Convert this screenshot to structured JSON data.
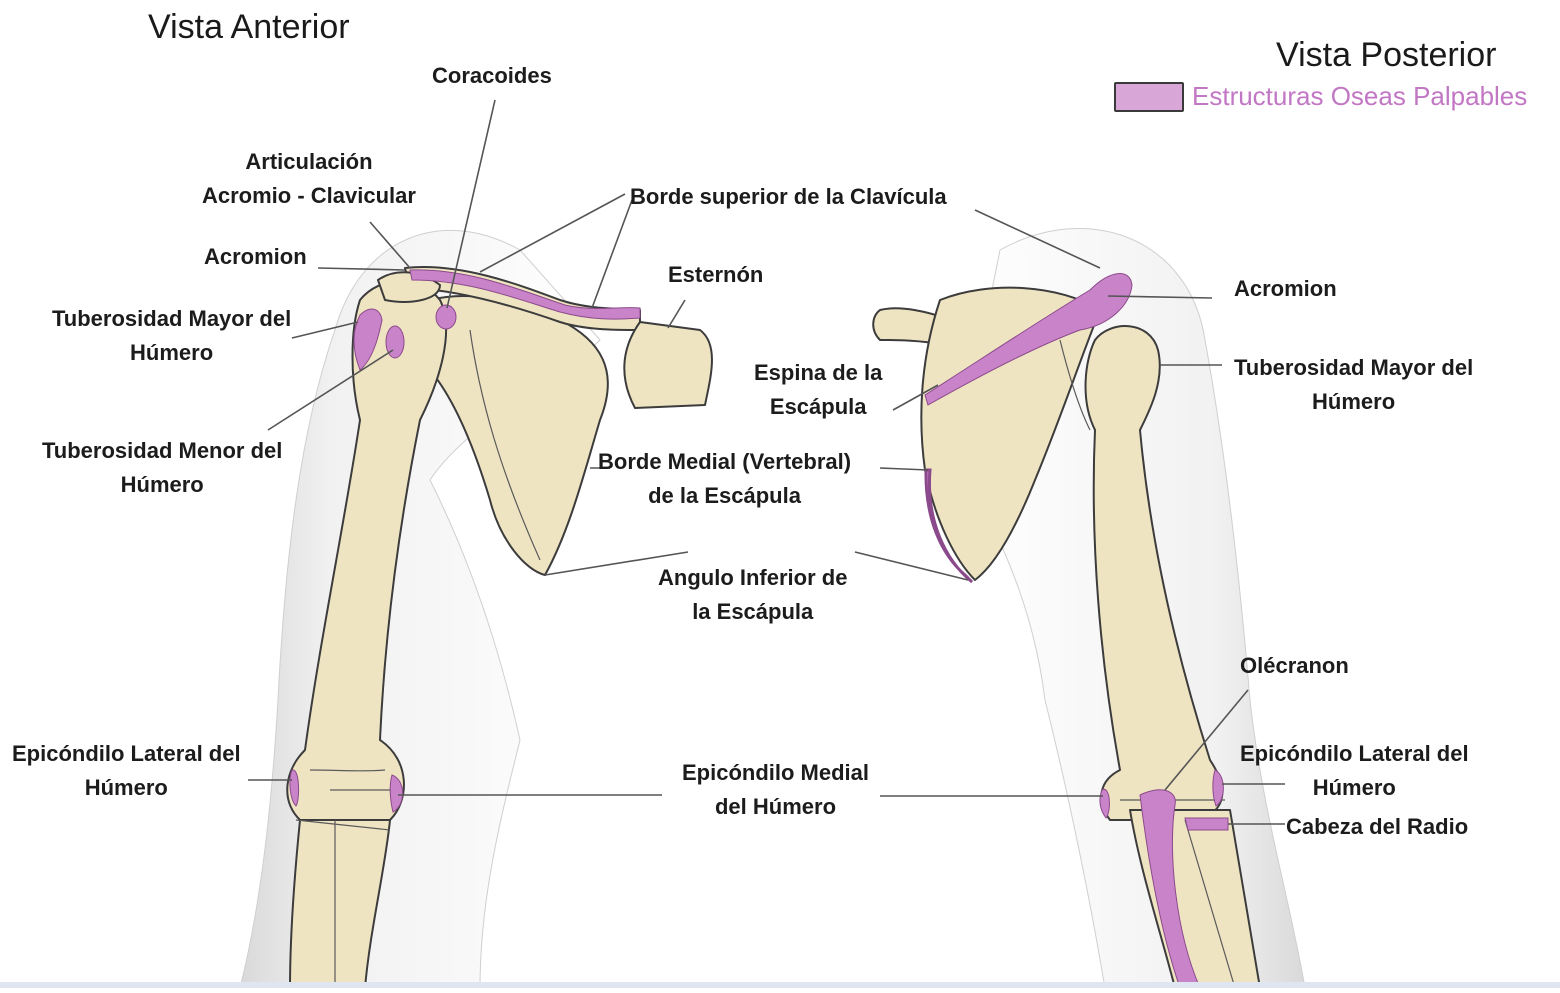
{
  "anterior_title": "Vista Anterior",
  "posterior_title": "Vista Posterior",
  "legend": {
    "text": "Estructuras Oseas Palpables",
    "color": "#d9a6d8"
  },
  "labels": {
    "coracoides": [
      "Coracoides"
    ],
    "articulacion": [
      "Articulación",
      "Acromio - Clavicular"
    ],
    "borde_clavicula": [
      "Borde superior de la Clavícula"
    ],
    "acromion_ant": [
      "Acromion"
    ],
    "esternon": [
      "Esternón"
    ],
    "tub_mayor_ant": [
      "Tuberosidad Mayor del",
      "Húmero"
    ],
    "tub_menor_ant": [
      "Tuberosidad Menor del",
      "Húmero"
    ],
    "espina_escapula": [
      "Espina de la",
      "Escápula"
    ],
    "borde_medial": [
      "Borde Medial (Vertebral)",
      "de la Escápula"
    ],
    "angulo_inferior": [
      "Angulo Inferior de",
      "la Escápula"
    ],
    "acromion_post": [
      "Acromion"
    ],
    "tub_mayor_post": [
      "Tuberosidad Mayor del",
      "Húmero"
    ],
    "olecranon": [
      "Olécranon"
    ],
    "epi_lat_ant": [
      "Epicóndilo Lateral del",
      "Húmero"
    ],
    "epi_medial": [
      "Epicóndilo Medial",
      "del Húmero"
    ],
    "epi_lat_post": [
      "Epicóndilo Lateral del",
      "Húmero"
    ],
    "cabeza_radio": [
      "Cabeza del Radio"
    ]
  }
}
